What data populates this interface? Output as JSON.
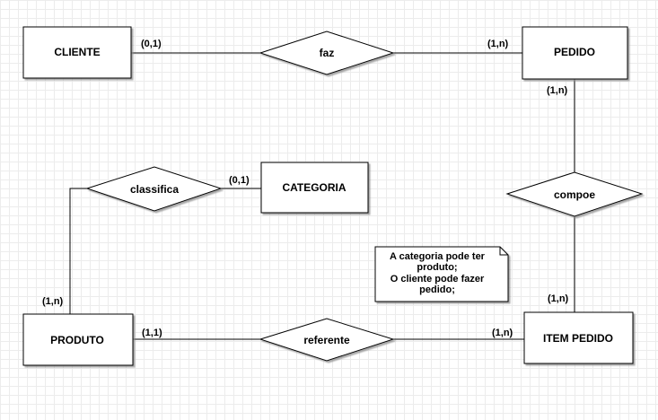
{
  "diagram": {
    "entities": {
      "cliente": "CLIENTE",
      "pedido": "PEDIDO",
      "categoria": "CATEGORIA",
      "produto": "PRODUTO",
      "item_pedido": "ITEM PEDIDO"
    },
    "relationships": {
      "faz": "faz",
      "classifica": "classifica",
      "compoe": "compoe",
      "referente": "referente"
    },
    "cardinalities": {
      "cliente_faz": "(0,1)",
      "pedido_faz": "(1,n)",
      "pedido_compoe": "(1,n)",
      "item_compoe": "(1,n)",
      "categoria_classifica": "(0,1)",
      "produto_classifica": "(1,n)",
      "produto_referente": "(1,1)",
      "item_referente": "(1,n)"
    },
    "note": {
      "lines": [
        "A categoria pode ter",
        "produto;",
        "O cliente pode fazer",
        "pedido;"
      ]
    }
  }
}
